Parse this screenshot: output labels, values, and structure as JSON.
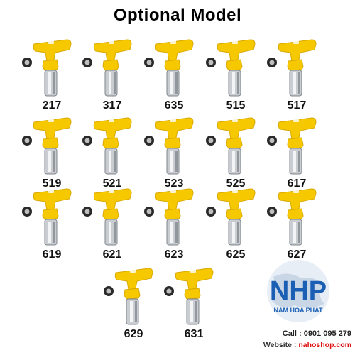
{
  "title": "Optional  Model",
  "models": [
    "217",
    "317",
    "635",
    "515",
    "517",
    "519",
    "521",
    "523",
    "525",
    "617",
    "619",
    "621",
    "623",
    "625",
    "627",
    "629",
    "631"
  ],
  "colors": {
    "tip_yellow": "#f5c800",
    "tip_yellow_dark": "#d9a800",
    "metal": "#c9cdd1",
    "logo_blue": "#1a5fb4"
  },
  "logo": {
    "text": "NHP",
    "subtitle": "NAM HOA PHAT"
  },
  "contact": {
    "call_label": "Call : 0901 095 279",
    "website_label": "Website : ",
    "website": "nahoshop.com"
  }
}
